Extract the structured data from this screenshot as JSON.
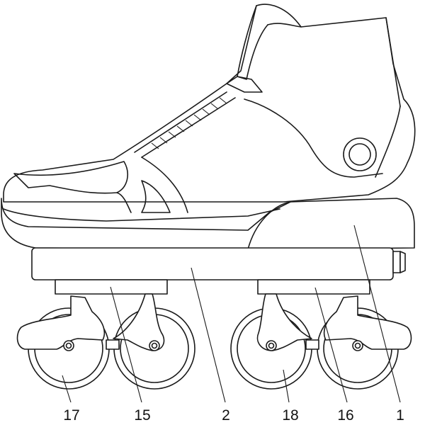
{
  "labels": [
    {
      "id": "17",
      "text": "17"
    },
    {
      "id": "15",
      "text": "15"
    },
    {
      "id": "2",
      "text": "2"
    },
    {
      "id": "18",
      "text": "18"
    },
    {
      "id": "16",
      "text": "16"
    },
    {
      "id": "1",
      "text": "1"
    }
  ],
  "colors": {
    "stroke": "#1a1a1a",
    "background": "#ffffff"
  }
}
